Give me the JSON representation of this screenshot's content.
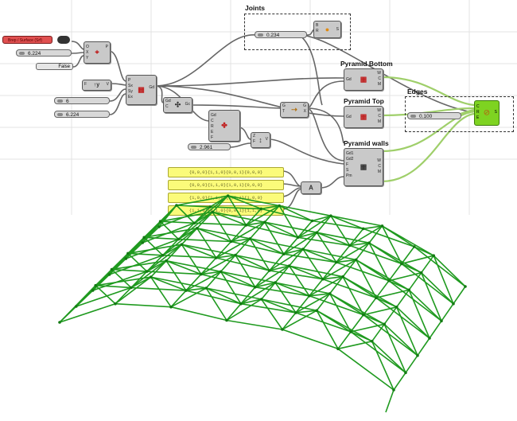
{
  "groups": {
    "joints": "Joints",
    "pyramid_bottom": "Pyramid Bottom",
    "pyramid_top": "Pyramid Top",
    "edges": "Edges",
    "pyramid_walls": "Pyramid walls"
  },
  "sliders": {
    "joints_radius": "0.234",
    "x_size": "6.224",
    "count": "6",
    "y_size": "6.224",
    "edges_radius": "0.100",
    "height": "2.961"
  },
  "toggle": {
    "value": "False"
  },
  "red_param": {
    "label": "Brep / Surface (Srf)"
  },
  "panels": [
    "{0,0,0}{1,1,0}{0,0,1}{0,0,0}",
    "{0,0,0}{1,1,0}{1,0,1}{0,0,0}",
    "{1,0,0}{1,1,0}{0,0,1}{1,0,0}",
    "{1,1,0}{0,1,0}{0,0,1}{1,1,0}"
  ],
  "components": {
    "plane_xy": {
      "inputs": "O\nX\nY",
      "outputs": "P",
      "glyph": "⌖"
    },
    "unit_y": {
      "inputs": "F",
      "outputs": "V",
      "glyph": "↑y"
    },
    "square_grid": {
      "inputs": "P\nSx\nSy\nEx",
      "outputs": "Gd",
      "glyph": "▦"
    },
    "grid_pts": {
      "inputs": "Gd\nC",
      "outputs": "Gc",
      "glyph": "✣"
    },
    "cell_center": {
      "inputs": "Gd\nC\nR\nE\nF",
      "outputs": "",
      "glyph": "✤"
    },
    "move": {
      "inputs": "G\nT",
      "outputs": "G\nX",
      "glyph": "⇢"
    },
    "sphere": {
      "inputs": "B\nR",
      "outputs": "S",
      "glyph": "●"
    },
    "pyr_bottom": {
      "inputs": "Gd",
      "outputs": "W\nC\nM",
      "glyph": "▦"
    },
    "pyr_top": {
      "inputs": "Gd",
      "outputs": "W\nC\nM",
      "glyph": "▦"
    },
    "pyr_walls": {
      "inputs": "Gd1\nGd2\nF\nS\nPm",
      "outputs": "W\nC\nM",
      "glyph": "▦"
    },
    "pipe": {
      "inputs": "C\nR\nE",
      "outputs": "S",
      "glyph": "⊘"
    },
    "vector2": {
      "inputs": "Z\nF",
      "outputs": "V",
      "glyph": "↕"
    },
    "pattern": {
      "inputs": "",
      "outputs": "",
      "glyph": "A"
    }
  },
  "colors": {
    "structure": "#1f9a1f",
    "canvas_bg": "#ffffff",
    "component_body": "#c9c9c9",
    "panel_fill": "#fbfb7a",
    "preview_green": "#7ed321",
    "wire_green": "#9fcf6a"
  }
}
